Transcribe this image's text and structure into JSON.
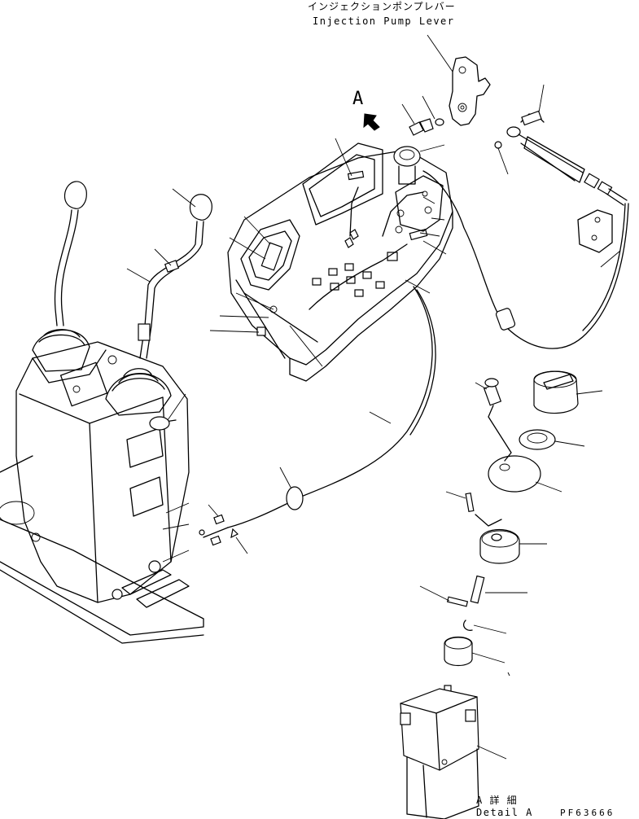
{
  "labels": {
    "injection_pump_lever_jp": "インジェクションポンプレバー",
    "injection_pump_lever_en": "Injection Pump Lever",
    "view_marker": "A",
    "detail_jp": "A 詳 細",
    "detail_en": "Detail A",
    "drawing_code": "PF63666"
  }
}
